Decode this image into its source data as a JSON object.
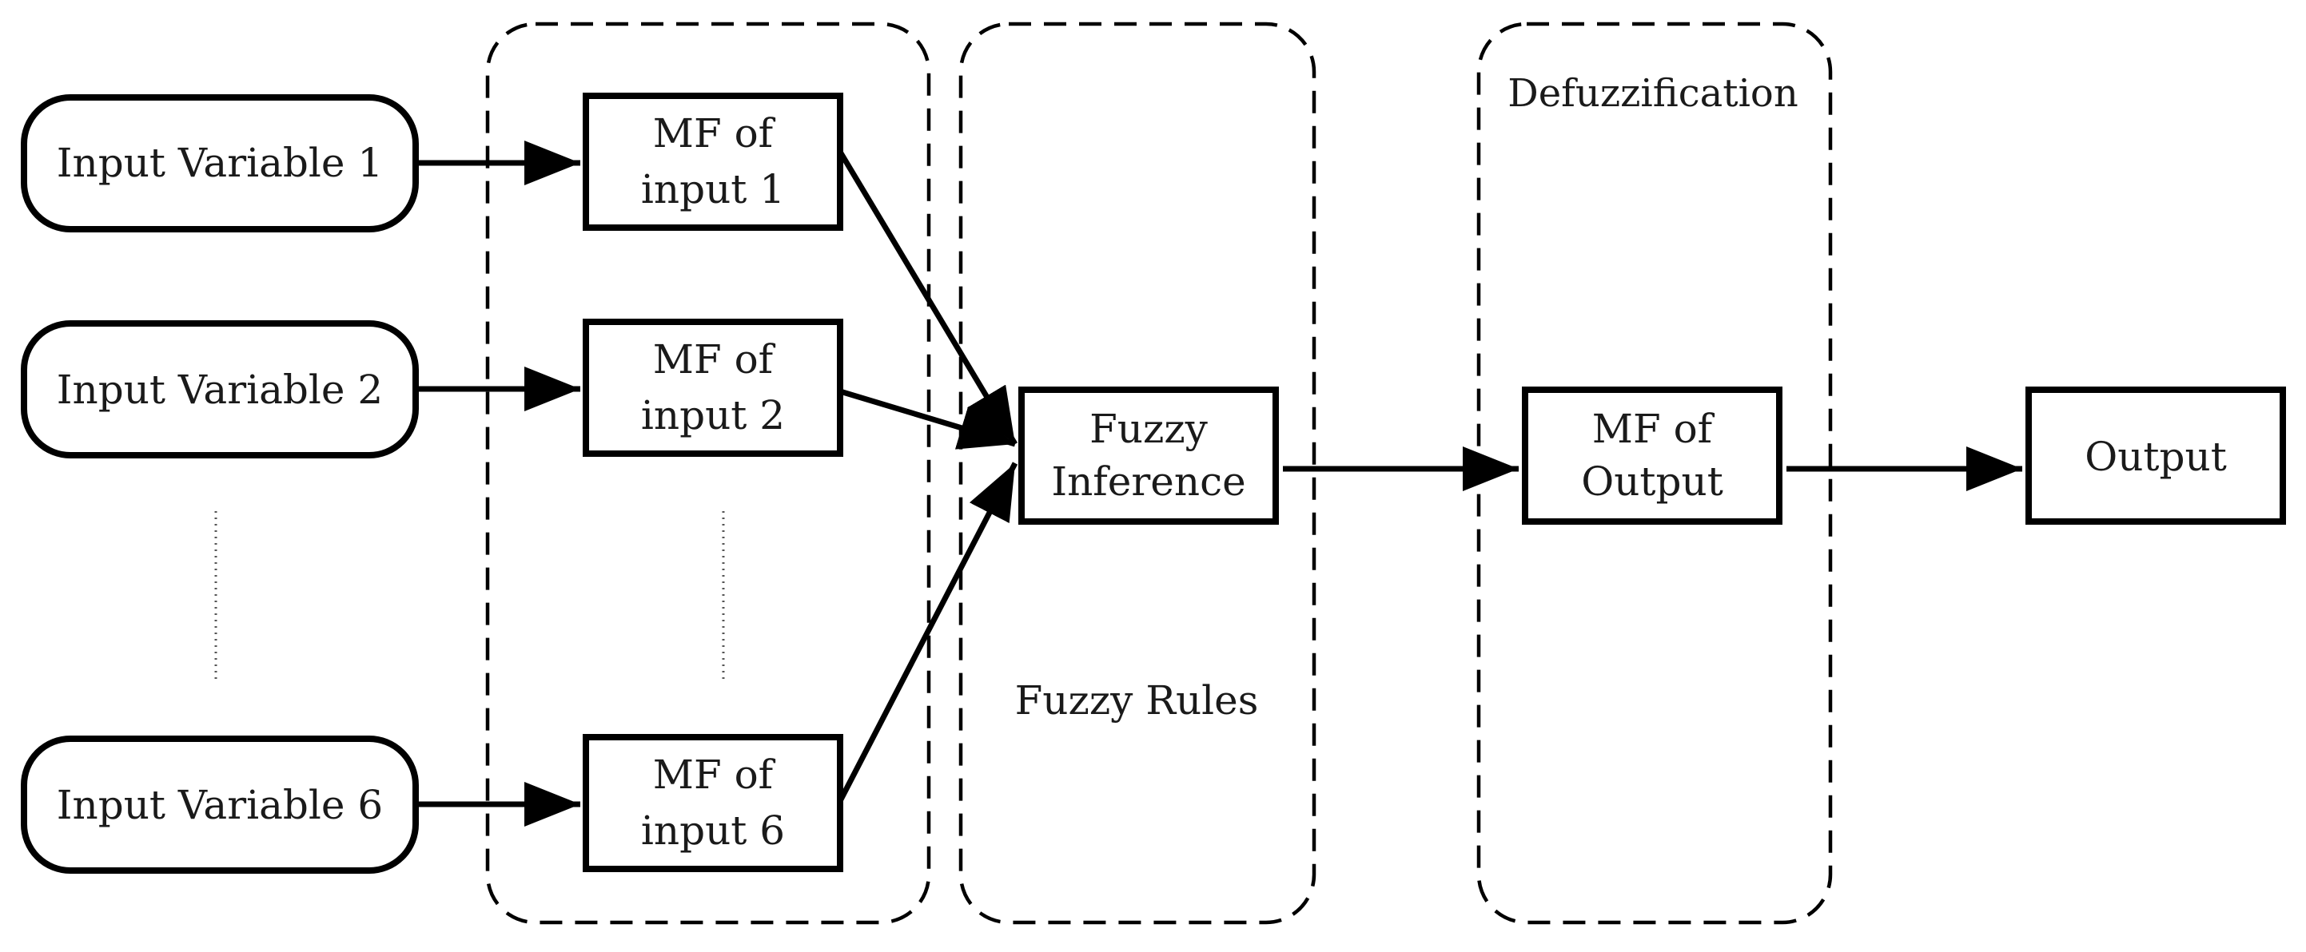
{
  "inputs": {
    "var1": "Input Variable 1",
    "var2": "Input Variable 2",
    "var6": "Input Variable 6"
  },
  "membership": {
    "mf1": [
      "MF of",
      "input 1"
    ],
    "mf2": [
      "MF of",
      "input 2"
    ],
    "mf6": [
      "MF of",
      "input 6"
    ]
  },
  "inference": {
    "block": [
      "Fuzzy",
      "Inference"
    ],
    "group_label": "Fuzzy Rules"
  },
  "defuzzification": {
    "group_label": "Defuzzification",
    "block": [
      "MF of",
      "Output"
    ]
  },
  "output": {
    "label": "Output"
  }
}
